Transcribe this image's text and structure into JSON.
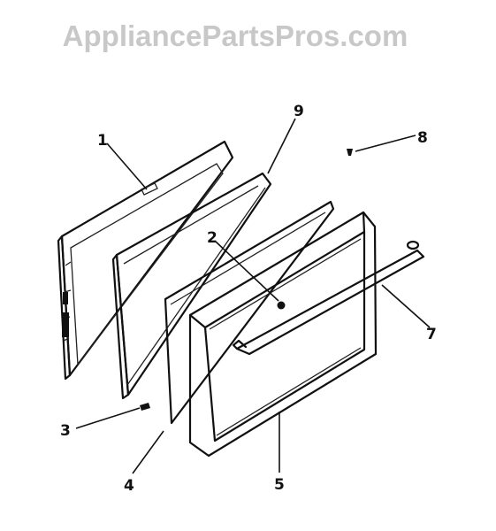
{
  "watermark": "AppliancePartsPros.com",
  "callouts": {
    "c1": "1",
    "c2": "2",
    "c3": "3",
    "c4": "4",
    "c5": "5",
    "c7": "7",
    "c8": "8",
    "c9": "9"
  }
}
